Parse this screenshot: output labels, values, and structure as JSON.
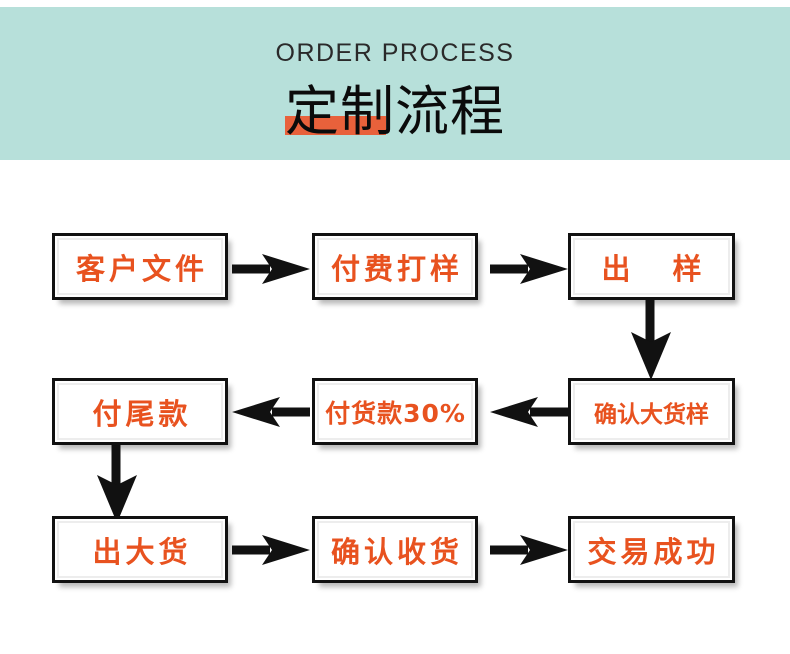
{
  "banner": {
    "english_title": "ORDER PROCESS",
    "chinese_title": "定制流程",
    "background_color": "#b7e0da",
    "highlight_color": "#e8613b",
    "text_color": "#0b0b0b"
  },
  "theme": {
    "node_text_color": "#e8521f",
    "node_border_color": "#111111",
    "node_fill_color": "#ffffff",
    "arrow_color": "#111111",
    "page_background": "#ffffff"
  },
  "flow": {
    "rows": [
      {
        "direction": "right",
        "nodes": [
          {
            "label": "客户文件",
            "size": "big"
          },
          {
            "label": "付费打样",
            "size": "big"
          },
          {
            "label": "出 样",
            "size": "wide"
          }
        ]
      },
      {
        "direction": "left",
        "nodes": [
          {
            "label": "付尾款",
            "size": "big"
          },
          {
            "label": "付货款30%",
            "size": "mid"
          },
          {
            "label": "确认大货样",
            "size": "small"
          }
        ]
      },
      {
        "direction": "right",
        "nodes": [
          {
            "label": "出大货",
            "size": "big"
          },
          {
            "label": "确认收货",
            "size": "big"
          },
          {
            "label": "交易成功",
            "size": "big"
          }
        ]
      }
    ],
    "connectors": [
      {
        "name": "down-arrow-right",
        "from": "出 样",
        "to": "确认大货样"
      },
      {
        "name": "down-arrow-left",
        "from": "付尾款",
        "to": "出大货"
      }
    ]
  }
}
